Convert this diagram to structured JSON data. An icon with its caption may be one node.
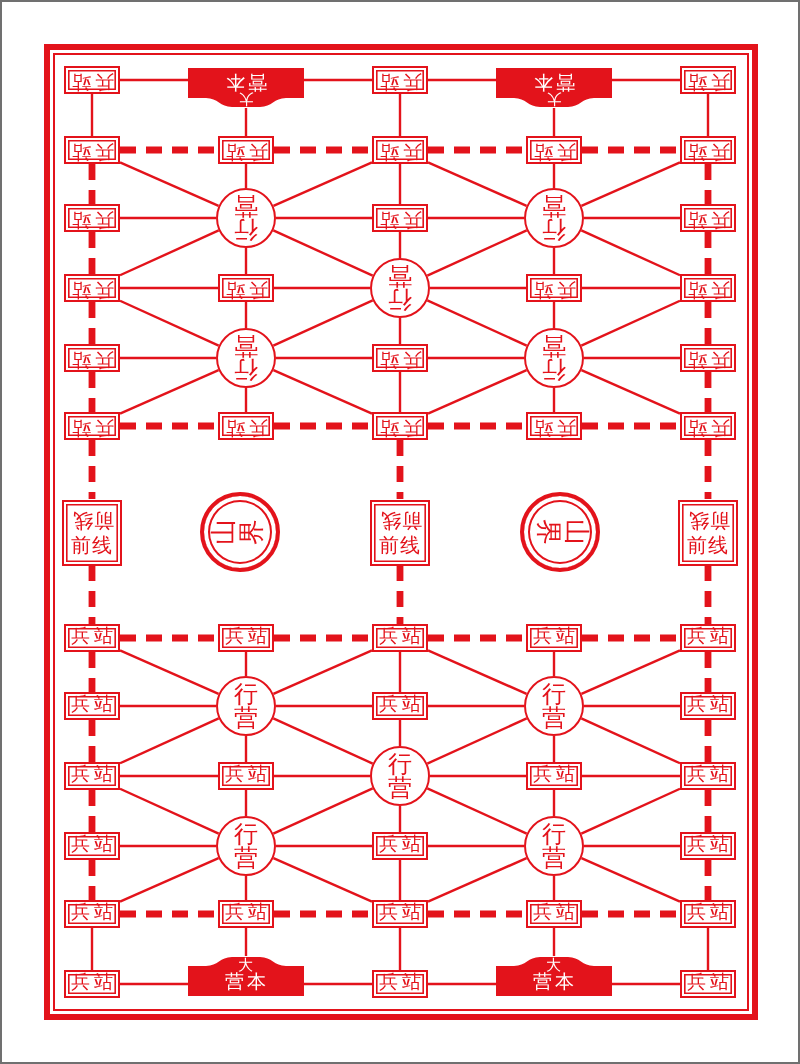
{
  "diagram": {
    "nodes": [
      {
        "text": [
          "兵站"
        ]
      },
      {
        "text": [
          "大",
          "营本"
        ]
      },
      {
        "text": [
          "兵站"
        ]
      },
      {
        "text": [
          "大",
          "营本"
        ]
      },
      {
        "text": [
          "兵站"
        ]
      },
      {
        "text": [
          "兵站"
        ]
      },
      {
        "text": [
          "兵站"
        ]
      },
      {
        "text": [
          "兵站"
        ]
      },
      {
        "text": [
          "兵站"
        ]
      },
      {
        "text": [
          "兵站"
        ]
      },
      {
        "text": [
          "兵站"
        ]
      },
      {
        "text": [
          "行营"
        ]
      },
      {
        "text": [
          "兵站"
        ]
      },
      {
        "text": [
          "行营"
        ]
      },
      {
        "text": [
          "兵站"
        ]
      },
      {
        "text": [
          "兵站"
        ]
      },
      {
        "text": [
          "兵站"
        ]
      },
      {
        "text": [
          "行营"
        ]
      },
      {
        "text": [
          "兵站"
        ]
      },
      {
        "text": [
          "兵站"
        ]
      },
      {
        "text": [
          "兵站"
        ]
      },
      {
        "text": [
          "行营"
        ]
      },
      {
        "text": [
          "兵站"
        ]
      },
      {
        "text": [
          "行营"
        ]
      },
      {
        "text": [
          "兵站"
        ]
      },
      {
        "text": [
          "兵站"
        ]
      },
      {
        "text": [
          "兵站"
        ]
      },
      {
        "text": [
          "兵站"
        ]
      },
      {
        "text": [
          "兵站"
        ]
      },
      {
        "text": [
          "兵站"
        ]
      },
      {
        "text": [
          "前线",
          "前线"
        ]
      },
      {
        "text": [
          "山界"
        ]
      },
      {
        "text": [
          "前线",
          "前线"
        ]
      },
      {
        "text": [
          "山界"
        ]
      },
      {
        "text": [
          "前线",
          "前线"
        ]
      },
      {
        "text": [
          "兵站"
        ]
      },
      {
        "text": [
          "兵站"
        ]
      },
      {
        "text": [
          "兵站"
        ]
      },
      {
        "text": [
          "兵站"
        ]
      },
      {
        "text": [
          "兵站"
        ]
      },
      {
        "text": [
          "兵站"
        ]
      },
      {
        "text": [
          "行营"
        ]
      },
      {
        "text": [
          "兵站"
        ]
      },
      {
        "text": [
          "行营"
        ]
      },
      {
        "text": [
          "兵站"
        ]
      },
      {
        "text": [
          "兵站"
        ]
      },
      {
        "text": [
          "兵站"
        ]
      },
      {
        "text": [
          "行营"
        ]
      },
      {
        "text": [
          "兵站"
        ]
      },
      {
        "text": [
          "兵站"
        ]
      },
      {
        "text": [
          "兵站"
        ]
      },
      {
        "text": [
          "行营"
        ]
      },
      {
        "text": [
          "兵站"
        ]
      },
      {
        "text": [
          "行营"
        ]
      },
      {
        "text": [
          "兵站"
        ]
      },
      {
        "text": [
          "兵站"
        ]
      },
      {
        "text": [
          "兵站"
        ]
      },
      {
        "text": [
          "兵站"
        ]
      },
      {
        "text": [
          "兵站"
        ]
      },
      {
        "text": [
          "兵站"
        ]
      },
      {
        "text": [
          "兵站"
        ]
      },
      {
        "text": [
          "大",
          "营本"
        ]
      },
      {
        "text": [
          "兵站"
        ]
      },
      {
        "text": [
          "大",
          "营本"
        ]
      },
      {
        "text": [
          "兵站"
        ]
      }
    ],
    "edges": [
      {
        "from": 0,
        "to": 1,
        "arrow": "none"
      },
      {
        "from": 1,
        "to": 2,
        "arrow": "none"
      },
      {
        "from": 2,
        "to": 3,
        "arrow": "none"
      },
      {
        "from": 3,
        "to": 4,
        "arrow": "none"
      },
      {
        "from": 0,
        "to": 5,
        "arrow": "none"
      },
      {
        "from": 1,
        "to": 6,
        "arrow": "none"
      },
      {
        "from": 2,
        "to": 7,
        "arrow": "none"
      },
      {
        "from": 3,
        "to": 8,
        "arrow": "none"
      },
      {
        "from": 4,
        "to": 9,
        "arrow": "none"
      },
      {
        "from": 5,
        "to": 6,
        "arrow": "none",
        "style": "dashed"
      },
      {
        "from": 6,
        "to": 7,
        "arrow": "none",
        "style": "dashed"
      },
      {
        "from": 7,
        "to": 8,
        "arrow": "none",
        "style": "dashed"
      },
      {
        "from": 8,
        "to": 9,
        "arrow": "none",
        "style": "dashed"
      },
      {
        "from": 5,
        "to": 10,
        "arrow": "none",
        "style": "dashed"
      },
      {
        "from": 10,
        "to": 15,
        "arrow": "none",
        "style": "dashed"
      },
      {
        "from": 15,
        "to": 20,
        "arrow": "none",
        "style": "dashed"
      },
      {
        "from": 20,
        "to": 25,
        "arrow": "none",
        "style": "dashed"
      },
      {
        "from": 9,
        "to": 14,
        "arrow": "none",
        "style": "dashed"
      },
      {
        "from": 14,
        "to": 19,
        "arrow": "none",
        "style": "dashed"
      },
      {
        "from": 19,
        "to": 24,
        "arrow": "none",
        "style": "dashed"
      },
      {
        "from": 24,
        "to": 29,
        "arrow": "none",
        "style": "dashed"
      },
      {
        "from": 6,
        "to": 11,
        "arrow": "none"
      },
      {
        "from": 11,
        "to": 16,
        "arrow": "none"
      },
      {
        "from": 16,
        "to": 21,
        "arrow": "none"
      },
      {
        "from": 21,
        "to": 26,
        "arrow": "none"
      },
      {
        "from": 7,
        "to": 12,
        "arrow": "none"
      },
      {
        "from": 12,
        "to": 17,
        "arrow": "none"
      },
      {
        "from": 17,
        "to": 22,
        "arrow": "none"
      },
      {
        "from": 22,
        "to": 27,
        "arrow": "none"
      },
      {
        "from": 8,
        "to": 13,
        "arrow": "none"
      },
      {
        "from": 13,
        "to": 18,
        "arrow": "none"
      },
      {
        "from": 18,
        "to": 23,
        "arrow": "none"
      },
      {
        "from": 23,
        "to": 28,
        "arrow": "none"
      },
      {
        "from": 10,
        "to": 11,
        "arrow": "none"
      },
      {
        "from": 11,
        "to": 12,
        "arrow": "none"
      },
      {
        "from": 12,
        "to": 13,
        "arrow": "none"
      },
      {
        "from": 13,
        "to": 14,
        "arrow": "none"
      },
      {
        "from": 15,
        "to": 16,
        "arrow": "none"
      },
      {
        "from": 16,
        "to": 17,
        "arrow": "none"
      },
      {
        "from": 17,
        "to": 18,
        "arrow": "none"
      },
      {
        "from": 18,
        "to": 19,
        "arrow": "none"
      },
      {
        "from": 20,
        "to": 21,
        "arrow": "none"
      },
      {
        "from": 21,
        "to": 22,
        "arrow": "none"
      },
      {
        "from": 22,
        "to": 23,
        "arrow": "none"
      },
      {
        "from": 23,
        "to": 24,
        "arrow": "none"
      },
      {
        "from": 25,
        "to": 26,
        "arrow": "none",
        "style": "dashed"
      },
      {
        "from": 26,
        "to": 27,
        "arrow": "none",
        "style": "dashed"
      },
      {
        "from": 27,
        "to": 28,
        "arrow": "none",
        "style": "dashed"
      },
      {
        "from": 28,
        "to": 29,
        "arrow": "none",
        "style": "dashed"
      },
      {
        "from": 5,
        "to": 11,
        "arrow": "none"
      },
      {
        "from": 7,
        "to": 11,
        "arrow": "none"
      },
      {
        "from": 11,
        "to": 15,
        "arrow": "none"
      },
      {
        "from": 11,
        "to": 17,
        "arrow": "none"
      },
      {
        "from": 7,
        "to": 13,
        "arrow": "none"
      },
      {
        "from": 9,
        "to": 13,
        "arrow": "none"
      },
      {
        "from": 13,
        "to": 17,
        "arrow": "none"
      },
      {
        "from": 13,
        "to": 19,
        "arrow": "none"
      },
      {
        "from": 15,
        "to": 21,
        "arrow": "none"
      },
      {
        "from": 17,
        "to": 21,
        "arrow": "none"
      },
      {
        "from": 21,
        "to": 25,
        "arrow": "none"
      },
      {
        "from": 21,
        "to": 27,
        "arrow": "none"
      },
      {
        "from": 17,
        "to": 23,
        "arrow": "none"
      },
      {
        "from": 19,
        "to": 23,
        "arrow": "none"
      },
      {
        "from": 23,
        "to": 27,
        "arrow": "none"
      },
      {
        "from": 23,
        "to": 29,
        "arrow": "none"
      },
      {
        "from": 25,
        "to": 30,
        "arrow": "none",
        "style": "dashed"
      },
      {
        "from": 30,
        "to": 35,
        "arrow": "none",
        "style": "dashed"
      },
      {
        "from": 27,
        "to": 32,
        "arrow": "none",
        "style": "dashed"
      },
      {
        "from": 32,
        "to": 37,
        "arrow": "none",
        "style": "dashed"
      },
      {
        "from": 29,
        "to": 34,
        "arrow": "none",
        "style": "dashed"
      },
      {
        "from": 34,
        "to": 39,
        "arrow": "none",
        "style": "dashed"
      },
      {
        "from": 35,
        "to": 36,
        "arrow": "none",
        "style": "dashed"
      },
      {
        "from": 36,
        "to": 37,
        "arrow": "none",
        "style": "dashed"
      },
      {
        "from": 37,
        "to": 38,
        "arrow": "none",
        "style": "dashed"
      },
      {
        "from": 38,
        "to": 39,
        "arrow": "none",
        "style": "dashed"
      },
      {
        "from": 35,
        "to": 40,
        "arrow": "none",
        "style": "dashed"
      },
      {
        "from": 40,
        "to": 45,
        "arrow": "none",
        "style": "dashed"
      },
      {
        "from": 45,
        "to": 50,
        "arrow": "none",
        "style": "dashed"
      },
      {
        "from": 50,
        "to": 55,
        "arrow": "none",
        "style": "dashed"
      },
      {
        "from": 39,
        "to": 44,
        "arrow": "none",
        "style": "dashed"
      },
      {
        "from": 44,
        "to": 49,
        "arrow": "none",
        "style": "dashed"
      },
      {
        "from": 49,
        "to": 54,
        "arrow": "none",
        "style": "dashed"
      },
      {
        "from": 54,
        "to": 59,
        "arrow": "none",
        "style": "dashed"
      },
      {
        "from": 36,
        "to": 41,
        "arrow": "none"
      },
      {
        "from": 41,
        "to": 46,
        "arrow": "none"
      },
      {
        "from": 46,
        "to": 51,
        "arrow": "none"
      },
      {
        "from": 51,
        "to": 56,
        "arrow": "none"
      },
      {
        "from": 37,
        "to": 42,
        "arrow": "none"
      },
      {
        "from": 42,
        "to": 47,
        "arrow": "none"
      },
      {
        "from": 47,
        "to": 52,
        "arrow": "none"
      },
      {
        "from": 52,
        "to": 57,
        "arrow": "none"
      },
      {
        "from": 38,
        "to": 43,
        "arrow": "none"
      },
      {
        "from": 43,
        "to": 48,
        "arrow": "none"
      },
      {
        "from": 48,
        "to": 53,
        "arrow": "none"
      },
      {
        "from": 53,
        "to": 58,
        "arrow": "none"
      },
      {
        "from": 40,
        "to": 41,
        "arrow": "none"
      },
      {
        "from": 41,
        "to": 42,
        "arrow": "none"
      },
      {
        "from": 42,
        "to": 43,
        "arrow": "none"
      },
      {
        "from": 43,
        "to": 44,
        "arrow": "none"
      },
      {
        "from": 45,
        "to": 46,
        "arrow": "none"
      },
      {
        "from": 46,
        "to": 47,
        "arrow": "none"
      },
      {
        "from": 47,
        "to": 48,
        "arrow": "none"
      },
      {
        "from": 48,
        "to": 49,
        "arrow": "none"
      },
      {
        "from": 50,
        "to": 51,
        "arrow": "none"
      },
      {
        "from": 51,
        "to": 52,
        "arrow": "none"
      },
      {
        "from": 52,
        "to": 53,
        "arrow": "none"
      },
      {
        "from": 53,
        "to": 54,
        "arrow": "none"
      },
      {
        "from": 55,
        "to": 56,
        "arrow": "none",
        "style": "dashed"
      },
      {
        "from": 56,
        "to": 57,
        "arrow": "none",
        "style": "dashed"
      },
      {
        "from": 57,
        "to": 58,
        "arrow": "none",
        "style": "dashed"
      },
      {
        "from": 58,
        "to": 59,
        "arrow": "none",
        "style": "dashed"
      },
      {
        "from": 55,
        "to": 60,
        "arrow": "none"
      },
      {
        "from": 56,
        "to": 61,
        "arrow": "none"
      },
      {
        "from": 57,
        "to": 62,
        "arrow": "none"
      },
      {
        "from": 58,
        "to": 63,
        "arrow": "none"
      },
      {
        "from": 59,
        "to": 64,
        "arrow": "none"
      },
      {
        "from": 60,
        "to": 61,
        "arrow": "none"
      },
      {
        "from": 61,
        "to": 62,
        "arrow": "none"
      },
      {
        "from": 62,
        "to": 63,
        "arrow": "none"
      },
      {
        "from": 63,
        "to": 64,
        "arrow": "none"
      },
      {
        "from": 35,
        "to": 41,
        "arrow": "none"
      },
      {
        "from": 37,
        "to": 41,
        "arrow": "none"
      },
      {
        "from": 41,
        "to": 45,
        "arrow": "none"
      },
      {
        "from": 41,
        "to": 47,
        "arrow": "none"
      },
      {
        "from": 37,
        "to": 43,
        "arrow": "none"
      },
      {
        "from": 39,
        "to": 43,
        "arrow": "none"
      },
      {
        "from": 43,
        "to": 47,
        "arrow": "none"
      },
      {
        "from": 43,
        "to": 49,
        "arrow": "none"
      },
      {
        "from": 45,
        "to": 51,
        "arrow": "none"
      },
      {
        "from": 47,
        "to": 51,
        "arrow": "none"
      },
      {
        "from": 51,
        "to": 55,
        "arrow": "none"
      },
      {
        "from": 51,
        "to": 57,
        "arrow": "none"
      },
      {
        "from": 47,
        "to": 53,
        "arrow": "none"
      },
      {
        "from": 49,
        "to": 53,
        "arrow": "none"
      },
      {
        "from": 53,
        "to": 57,
        "arrow": "none"
      },
      {
        "from": 53,
        "to": 59,
        "arrow": "none"
      }
    ]
  }
}
